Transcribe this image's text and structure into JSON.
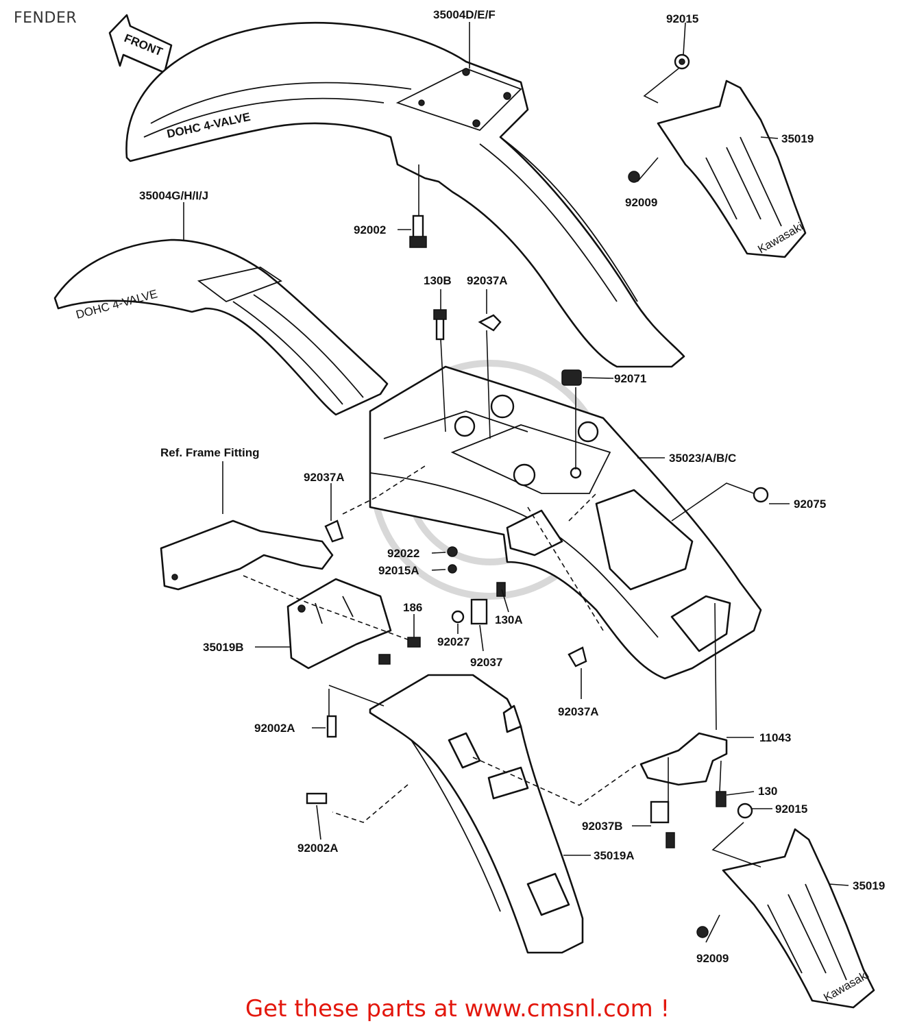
{
  "page": {
    "title": "FENDER",
    "cta_text": "Get these parts at www.cmsnl.com !",
    "accent_color": "#e3170d"
  },
  "callouts": {
    "front_arrow": "FRONT",
    "fender_text": "DOHC 4-VALVE",
    "flap_brand": "Kawasaki",
    "ref_frame": "Ref. Frame Fitting",
    "p35004def": "35004D/E/F",
    "p92015_top": "92015",
    "p35019_top": "35019",
    "p92009_top": "92009",
    "p35004ghij": "35004G/H/I/J",
    "p92002": "92002",
    "p130b": "130B",
    "p92037a_top": "92037A",
    "p92071": "92071",
    "p35023": "35023/A/B/C",
    "p92037a_left": "92037A",
    "p92075": "92075",
    "p92022": "92022",
    "p92015a": "92015A",
    "p186": "186",
    "p130a": "130A",
    "p92027": "92027",
    "p35019b": "35019B",
    "p92037": "92037",
    "p92037a_bottom": "92037A",
    "p92002a_1": "92002A",
    "p11043": "11043",
    "p130": "130",
    "p92015_bottom": "92015",
    "p92037b": "92037B",
    "p92002a_2": "92002A",
    "p35019a": "35019A",
    "p35019_bottom": "35019",
    "p92009_bottom": "92009"
  }
}
